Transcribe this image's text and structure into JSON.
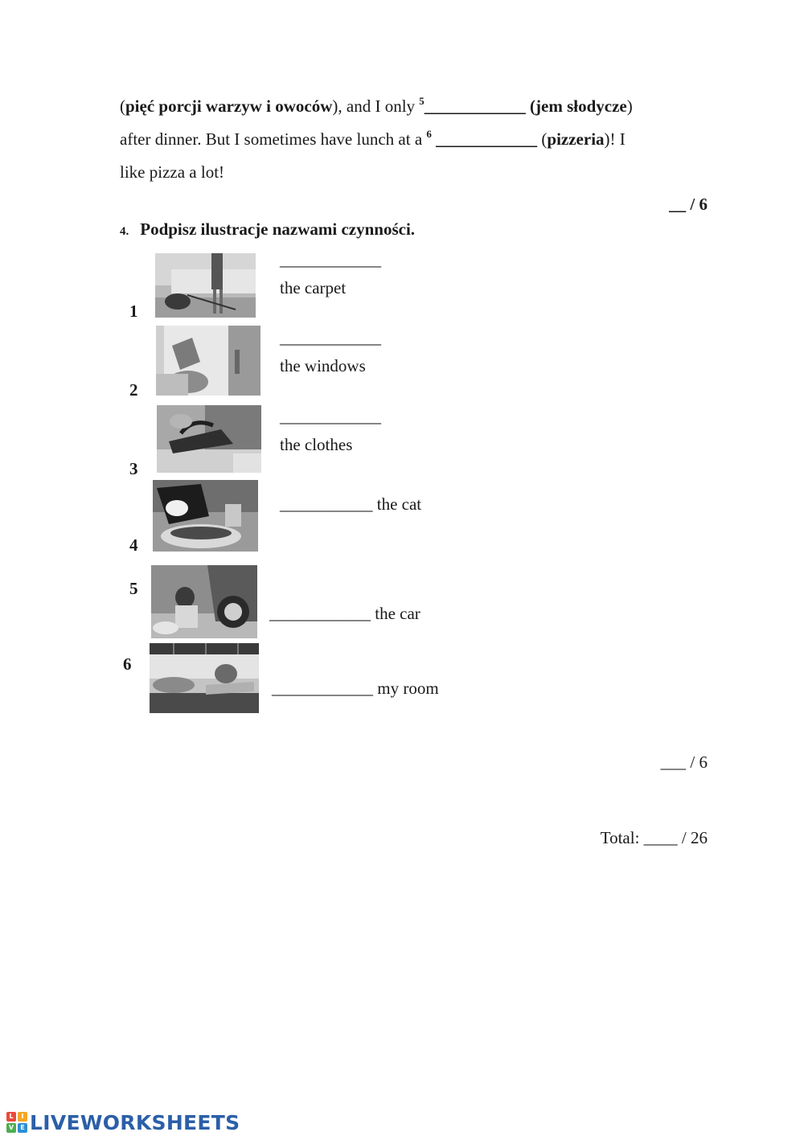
{
  "paragraph": {
    "l1_open": "(",
    "l1_bold": "pięć porcji warzyw i owoców",
    "l1_text": "), and I only ",
    "l1_sup": "5",
    "l1_blank": "____________ (jem słodycze",
    "l1_close": ")",
    "l2_text": "after dinner. But I sometimes have lunch at a ",
    "l2_sup": "6",
    "l2_blank": " ____________",
    "l2_open": " (",
    "l2_bold": "pizzeria",
    "l2_close": ")! I",
    "l3_text": "like pizza a lot!"
  },
  "score1": "__ / 6",
  "exercise": {
    "number": "4.",
    "title": "Podpisz ilustracje nazwami czynności.",
    "items": [
      {
        "num": "1",
        "blank": "____________",
        "object": "the carpet"
      },
      {
        "num": "2",
        "blank": "____________",
        "object": "the windows"
      },
      {
        "num": "3",
        "blank": "____________",
        "object": "the clothes"
      },
      {
        "num": "4",
        "text": "___________ the cat"
      },
      {
        "num": "5",
        "text": "____________ the car"
      },
      {
        "num": "6",
        "text": "____________ my room"
      }
    ]
  },
  "score2": "___ / 6",
  "total": "Total: ____ / 26",
  "logo": {
    "text": "LIVEWORKSHEETS",
    "tiles": [
      "L",
      "I",
      "V",
      "E"
    ],
    "colors": [
      "#e94b3c",
      "#f6a623",
      "#4caf50",
      "#2b8fd6"
    ]
  }
}
